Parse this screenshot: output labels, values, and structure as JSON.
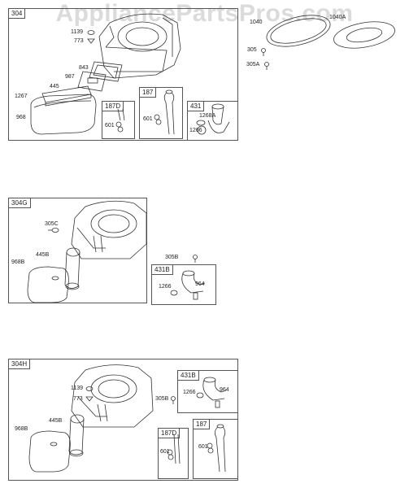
{
  "watermark": "AppliancePartsPros.com",
  "sections": {
    "s304": {
      "tag": "304",
      "l1139": "1139",
      "l773": "773",
      "l843": "843",
      "l987": "987",
      "l445": "445",
      "l1267": "1267",
      "l968": "968"
    },
    "s187d": {
      "tag": "187D",
      "l601": "601"
    },
    "s187": {
      "tag": "187",
      "l601": "601"
    },
    "s431": {
      "tag": "431",
      "l1268a": "1268A",
      "l1266": "1266"
    },
    "loose": {
      "l1040": "1040",
      "l1040a": "1040A",
      "l305": "305",
      "l305a": "305A"
    },
    "s304g": {
      "tag": "304G",
      "l305c": "305C",
      "l445b": "445B",
      "l968b": "968B"
    },
    "loose2": {
      "l305b": "305B"
    },
    "s431b_a": {
      "tag": "431B",
      "l1266": "1266",
      "l964": "964"
    },
    "s304h": {
      "tag": "304H",
      "l1139": "1139",
      "l773": "773",
      "l445b": "445B",
      "l968b": "968B",
      "l305b": "305B"
    },
    "s431b_b": {
      "tag": "431B",
      "l1266": "1266",
      "l964": "964"
    },
    "s187d_b": {
      "tag": "187D",
      "l601": "601"
    },
    "s187_b": {
      "tag": "187",
      "l601": "601"
    }
  }
}
